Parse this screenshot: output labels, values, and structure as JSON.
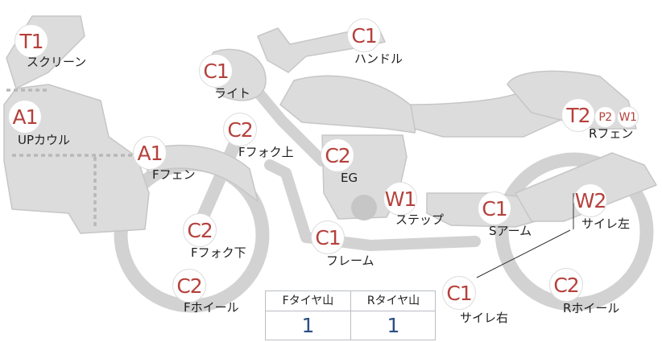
{
  "parts": [
    {
      "id": "screen",
      "code": "T1",
      "label": "スクリーン"
    },
    {
      "id": "up-cowl",
      "code": "A1",
      "label": "UPカウル"
    },
    {
      "id": "light",
      "code": "C1",
      "label": "ライト"
    },
    {
      "id": "handle",
      "code": "C1",
      "label": "ハンドル"
    },
    {
      "id": "f-fork-up",
      "code": "C2",
      "label": "Fフォク上"
    },
    {
      "id": "f-fender",
      "code": "A1",
      "label": "Fフェン"
    },
    {
      "id": "engine",
      "code": "C2",
      "label": "EG"
    },
    {
      "id": "f-fork-low",
      "code": "C2",
      "label": "Fフォク下"
    },
    {
      "id": "f-wheel",
      "code": "C2",
      "label": "Fホイール"
    },
    {
      "id": "frame",
      "code": "C1",
      "label": "フレーム"
    },
    {
      "id": "step",
      "code": "W1",
      "label": "ステップ"
    },
    {
      "id": "s-arm",
      "code": "C1",
      "label": "Sアーム"
    },
    {
      "id": "r-fender",
      "code": "T2",
      "codes_extra": [
        "P2",
        "W1"
      ],
      "label": "Rフェン"
    },
    {
      "id": "muffler-l",
      "code": "W2",
      "label": "サイレ左"
    },
    {
      "id": "muffler-r",
      "code": "C1",
      "label": "サイレ右"
    },
    {
      "id": "r-wheel",
      "code": "C2",
      "label": "Rホイール"
    }
  ],
  "tread_table": {
    "headers": [
      "Fタイヤ山",
      "Rタイヤ山"
    ],
    "values": [
      "1",
      "1"
    ]
  },
  "colors": {
    "body_fill": "#dcdcdc",
    "body_stroke": "#c4c4c4",
    "dark_part": "#c6c6c6",
    "badge_text": "#b5413c",
    "tread_value": "#2d4f86"
  }
}
